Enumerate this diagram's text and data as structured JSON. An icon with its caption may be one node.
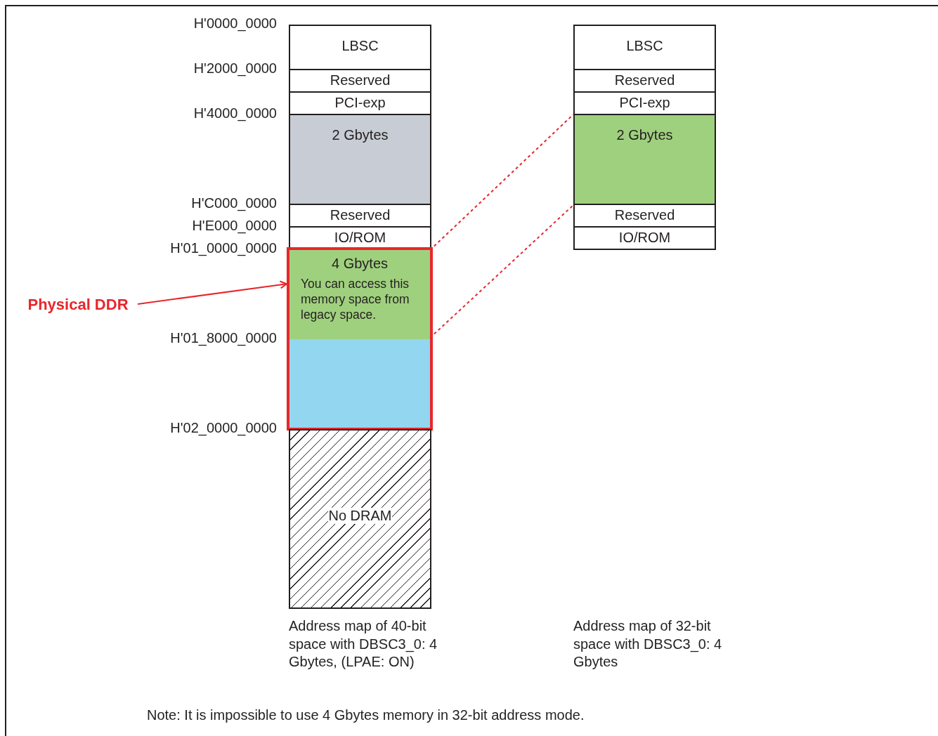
{
  "diagram": {
    "caption": "Note: It is impossible to use 4 Gbytes memory in 32-bit address mode.",
    "nodes": [
      {
        "text": [
          "LBSC"
        ]
      },
      {
        "text": [
          "Reserved"
        ]
      },
      {
        "text": [
          "PCI-exp"
        ]
      },
      {
        "text": [
          "2 Gbytes"
        ]
      },
      {
        "text": [
          "Reserved"
        ]
      },
      {
        "text": [
          "IO/ROM"
        ]
      },
      {
        "text": [],
        "shape": "box"
      },
      {
        "text": [
          "4 Gbytes",
          "You can access this memory space from legacy space."
        ],
        "in": 6
      },
      {
        "text": [],
        "shape": "box",
        "in": 6
      },
      {
        "text": [
          "No DRAM"
        ]
      },
      {
        "text": [
          "LBSC"
        ]
      },
      {
        "text": [
          "Reserved"
        ]
      },
      {
        "text": [
          "PCI-exp"
        ]
      },
      {
        "text": [
          "2 Gbytes"
        ]
      },
      {
        "text": [
          "Reserved"
        ]
      },
      {
        "text": [
          "IO/ROM"
        ]
      },
      {
        "text": [
          "Physical DDR"
        ]
      }
    ],
    "edges": [
      {
        "from": 16,
        "to": 6,
        "arrow": "to",
        "color": "#e8262b"
      },
      {
        "from": 7,
        "to": 13,
        "arrow": "none",
        "style": "dashed",
        "color": "#e8262b"
      },
      {
        "from": 7,
        "to": 13,
        "arrow": "none",
        "style": "dashed",
        "color": "#e8262b"
      }
    ],
    "labels": [
      "H'0000_0000",
      "H'2000_0000",
      "H'4000_0000",
      "H'C000_0000",
      "H'E000_0000",
      "H'01_0000_0000",
      "H'01_8000_0000",
      "H'02_0000_0000",
      "Address map of 40-bit space with DBSC3_0: 4 Gbytes, (LPAE: ON)",
      "Address map of 32-bit space with DBSC3_0: 4 Gbytes"
    ]
  }
}
